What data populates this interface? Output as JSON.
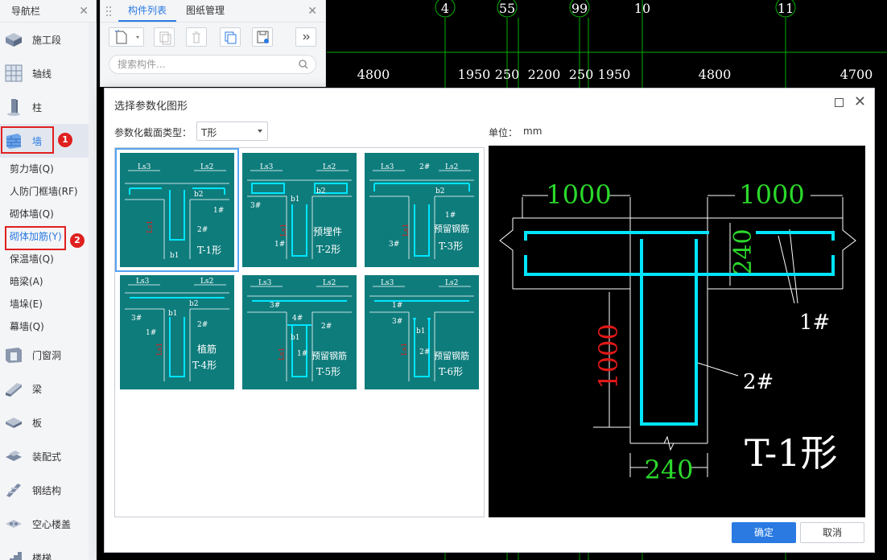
{
  "nav": {
    "title": "导航栏",
    "items_top": [
      {
        "label": "施工段",
        "icon": "construction-stage-icon"
      },
      {
        "label": "轴线",
        "icon": "grid-axis-icon"
      },
      {
        "label": "柱",
        "icon": "column-icon"
      },
      {
        "label": "墙",
        "icon": "wall-icon"
      }
    ],
    "sub_items": [
      "剪力墙(Q)",
      "人防门框墙(RF)",
      "砌体墙(Q)",
      "砌体加筋(Y)",
      "保温墙(Q)",
      "暗梁(A)",
      "墙垛(E)",
      "幕墙(Q)"
    ],
    "items_bottom": [
      {
        "label": "门窗洞",
        "icon": "door-window-icon"
      },
      {
        "label": "梁",
        "icon": "beam-icon"
      },
      {
        "label": "板",
        "icon": "slab-icon"
      },
      {
        "label": "装配式",
        "icon": "prefab-icon"
      },
      {
        "label": "钢结构",
        "icon": "steel-structure-icon"
      },
      {
        "label": "空心楼盖",
        "icon": "hollow-floor-icon"
      },
      {
        "label": "楼梯",
        "icon": "stair-icon"
      }
    ],
    "badges": [
      "1",
      "2"
    ]
  },
  "panel": {
    "tabs": [
      "构件列表",
      "图纸管理"
    ],
    "search_placeholder": "搜索构件..."
  },
  "canvas": {
    "axis_labels": [
      "4",
      "55",
      "99",
      "10",
      "11"
    ],
    "dimensions": [
      "4800",
      "1950",
      "250",
      "2200",
      "250",
      "1950",
      "4800",
      "4700"
    ],
    "colors": {
      "background": "#000000",
      "axis": "#00c000",
      "text": "#ffffff"
    }
  },
  "dialog": {
    "title": "选择参数化图形",
    "type_label": "参数化截面类型：",
    "type_value": "T形",
    "unit_label": "单位：",
    "unit_value": "mm",
    "ok": "确定",
    "cancel": "取消",
    "thumbnails": [
      {
        "name": "T-1形",
        "tags": [
          "Ls3",
          "Ls2",
          "b2",
          "1#",
          "2#",
          "b1",
          "Ls1"
        ],
        "note": ""
      },
      {
        "name": "T-2形",
        "tags": [
          "Ls3",
          "Ls2",
          "b2",
          "3#",
          "b1",
          "1#",
          "Ls1"
        ],
        "note": "预埋件"
      },
      {
        "name": "T-3形",
        "tags": [
          "Ls3",
          "2#",
          "Ls2",
          "b2",
          "1#",
          "3#",
          "Ls1"
        ],
        "note": "预留钢筋"
      },
      {
        "name": "T-4形",
        "tags": [
          "Ls3",
          "Ls2",
          "b2",
          "3#",
          "b1",
          "2#",
          "1#",
          "Ls1"
        ],
        "note": "植筋"
      },
      {
        "name": "T-5形",
        "tags": [
          "Ls3",
          "Ls2",
          "3#",
          "4#",
          "2#",
          "b1",
          "1#",
          "Ls1"
        ],
        "note": "预留钢筋"
      },
      {
        "name": "T-6形",
        "tags": [
          "Ls3",
          "Ls2",
          "1#",
          "3#",
          "b1",
          "2#",
          "Ls1"
        ],
        "note": "预留钢筋"
      }
    ],
    "preview": {
      "dim_left": "1000",
      "dim_right": "1000",
      "dim_vertical": "1000",
      "dim_thickness": "240",
      "dim_bottom": "240",
      "tag_1": "1#",
      "tag_2": "2#",
      "name": "T-1形",
      "colors": {
        "dimension_green": "#2bd82b",
        "dimension_red": "#e01818",
        "rebar": "#00e5ff"
      }
    }
  }
}
